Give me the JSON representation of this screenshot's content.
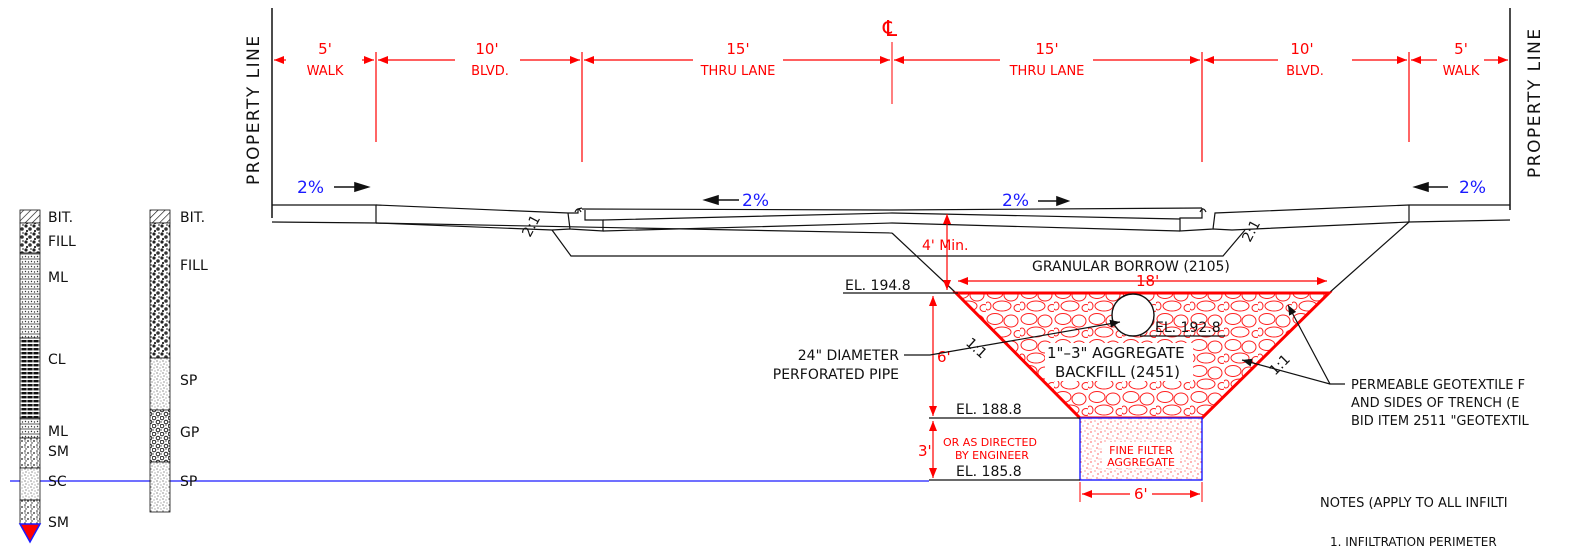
{
  "colors": {
    "dimension": "#ff0000",
    "linework": "#111111",
    "slope": "#1a1aff",
    "waterline": "#0000ff"
  },
  "labels": {
    "centerline": "℄",
    "property_line_left": "PROPERTY LINE",
    "property_line_right": "PROPERTY LINE",
    "dims": [
      {
        "value": "5'",
        "desc": "WALK"
      },
      {
        "value": "10'",
        "desc": "BLVD."
      },
      {
        "value": "15'",
        "desc": "THRU LANE"
      },
      {
        "value": "15'",
        "desc": "THRU LANE"
      },
      {
        "value": "10'",
        "desc": "BLVD."
      },
      {
        "value": "5'",
        "desc": "WALK"
      }
    ],
    "slopes": [
      "2%",
      "2%",
      "2%",
      "2%"
    ],
    "side_slope_left": "2:1",
    "side_slope_right": "2:1",
    "min_cover": "4' Min.",
    "granular_borrow": "GRANULAR BORROW (2105)",
    "top_width": "18'",
    "el_top": "EL. 194.8",
    "el_pipe": "EL. 192.8",
    "el_mid": "EL. 188.8",
    "el_bottom": "EL. 185.8",
    "pipe_line1": "24\" DIAMETER",
    "pipe_line2": "PERFORATED PIPE",
    "aggregate_line1": "1\"–3\" AGGREGATE",
    "aggregate_line2": "BACKFILL (2451)",
    "trench_slope_left": "1:1",
    "trench_slope_right": "1:1",
    "depth_6": "6'",
    "depth_3": "3'",
    "directed_line1": "OR AS DIRECTED",
    "directed_line2": "BY ENGINEER",
    "fine_filter_line1": "FINE FILTER",
    "fine_filter_line2": "AGGREGATE",
    "bottom_width": "6'",
    "geotextile_line1": "PERMEABLE GEOTEXTILE F",
    "geotextile_line2": "AND SIDES OF TRENCH (E",
    "geotextile_line3": "BID ITEM 2511 \"GEOTEXTIL",
    "notes_heading": "NOTES (APPLY TO ALL INFILTI",
    "note_1": "1. INFILTRATION PERIMETER"
  },
  "boring_logs": [
    {
      "layers": [
        "BIT.",
        "FILL",
        "ML",
        "CL",
        "ML",
        "SM",
        "SC",
        "SM"
      ]
    },
    {
      "layers": [
        "BIT.",
        "FILL",
        "SP",
        "GP",
        "SP"
      ]
    }
  ]
}
